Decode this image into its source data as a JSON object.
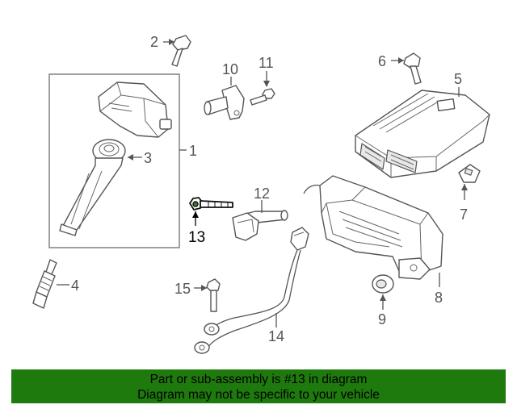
{
  "callouts": {
    "c1": "1",
    "c2": "2",
    "c3": "3",
    "c4": "4",
    "c5": "5",
    "c6": "6",
    "c7": "7",
    "c8": "8",
    "c9": "9",
    "c10": "10",
    "c11": "11",
    "c12": "12",
    "c13": "13",
    "c14": "14",
    "c15": "15"
  },
  "highlighted_part": "13",
  "banner": {
    "line1": "Part or sub-assembly is #13 in diagram",
    "line2": "Diagram may not be specific to your vehicle",
    "color": "#1f7a0e"
  }
}
